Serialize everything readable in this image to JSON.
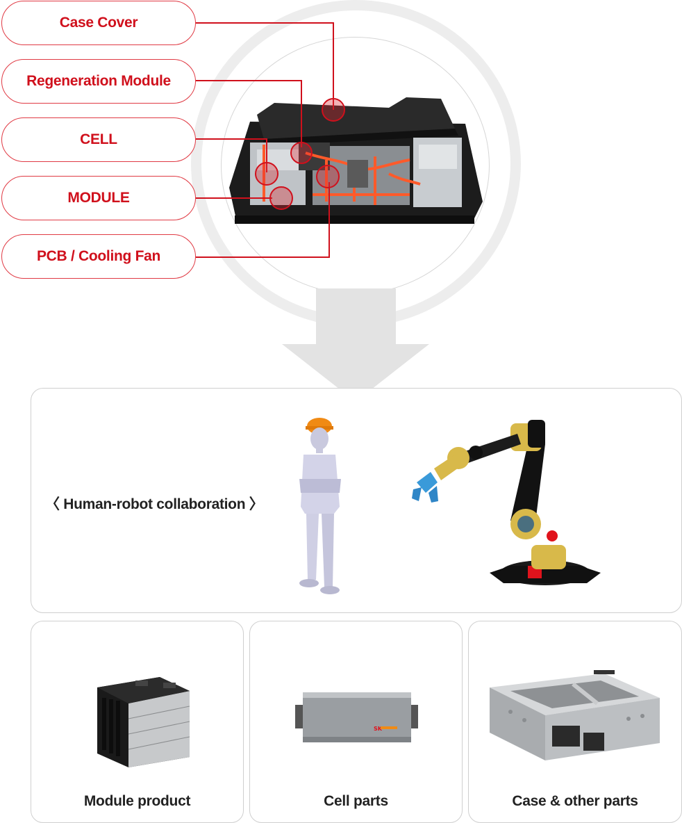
{
  "diagram": {
    "labels": [
      "Case Cover",
      "Regeneration Module",
      "CELL",
      "MODULE",
      "PCB / Cooling Fan"
    ],
    "accent_color": "#d0101c"
  },
  "collaboration": {
    "label": "〈 Human-robot collaboration 〉"
  },
  "cards": [
    {
      "label": "Module product"
    },
    {
      "label": "Cell parts",
      "brand_text": "SK"
    },
    {
      "label": "Case & other parts"
    }
  ],
  "icons": [
    "battery-pack-image",
    "down-arrow-icon",
    "worker-figure",
    "robot-arm",
    "module-product-image",
    "cell-part-image",
    "case-part-image"
  ]
}
